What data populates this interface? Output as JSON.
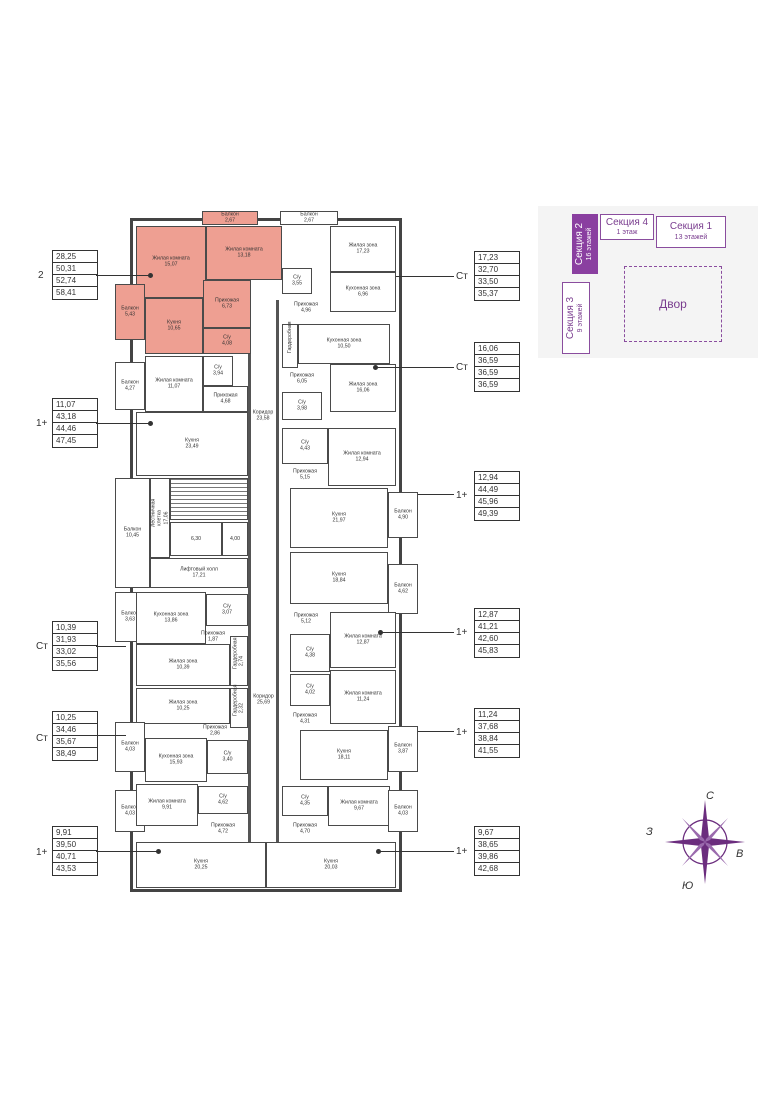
{
  "rooms_left": [
    {
      "name": "Балкон",
      "area": "2,67"
    },
    {
      "name": "Жилая комната",
      "area": "15,07"
    },
    {
      "name": "Жилая комната",
      "area": "13,18"
    },
    {
      "name": "Балкон",
      "area": "5,43"
    },
    {
      "name": "Кухня",
      "area": "10,65"
    },
    {
      "name": "Прихожая",
      "area": "6,73"
    },
    {
      "name": "С/у",
      "area": "4,08"
    },
    {
      "name": "Балкон",
      "area": "4,27"
    },
    {
      "name": "Жилая комната",
      "area": "11,07"
    },
    {
      "name": "С/у",
      "area": "3,94"
    },
    {
      "name": "Прихожая",
      "area": "4,68"
    },
    {
      "name": "Коридор",
      "area": "23,58"
    },
    {
      "name": "Кухня",
      "area": "23,49"
    },
    {
      "name": "Лестничная клетка",
      "area": "17,06"
    },
    {
      "name": "Балкон",
      "area": "10,45"
    },
    {
      "name": "Лифтовый холл",
      "area": "17,21"
    },
    {
      "name": "Балкон",
      "area": "3,63"
    },
    {
      "name": "Кухонная зона",
      "area": "13,86"
    },
    {
      "name": "С/у",
      "area": "3,07"
    },
    {
      "name": "Прихожая",
      "area": "1,87"
    },
    {
      "name": "Гардеробная",
      "area": "2,74"
    },
    {
      "name": "Жилая зона",
      "area": "10,39"
    },
    {
      "name": "Коридор",
      "area": "25,69"
    },
    {
      "name": "Жилая зона",
      "area": "10,25"
    },
    {
      "name": "Гардеробная",
      "area": "2,32"
    },
    {
      "name": "Прихожая",
      "area": "2,86"
    },
    {
      "name": "Балкон",
      "area": "4,03"
    },
    {
      "name": "Кухонная зона",
      "area": "15,93"
    },
    {
      "name": "С/у",
      "area": "3,40"
    },
    {
      "name": "Балкон",
      "area": "4,03"
    },
    {
      "name": "Жилая комната",
      "area": "9,91"
    },
    {
      "name": "С/у",
      "area": "4,62"
    },
    {
      "name": "Прихожая",
      "area": "4,72"
    },
    {
      "name": "Кухня",
      "area": "20,25"
    }
  ],
  "rooms_right": [
    {
      "name": "Балкон",
      "area": "2,67"
    },
    {
      "name": "Жилая зона",
      "area": "17,23"
    },
    {
      "name": "С/у",
      "area": "3,55"
    },
    {
      "name": "Кухонная зона",
      "area": "6,96"
    },
    {
      "name": "Прихожая",
      "area": "4,96"
    },
    {
      "name": "Гардеробная",
      "area": ""
    },
    {
      "name": "Кухонная зона",
      "area": "10,50"
    },
    {
      "name": "Прихожая",
      "area": "6,05"
    },
    {
      "name": "Жилая зона",
      "area": "16,06"
    },
    {
      "name": "С/у",
      "area": "3,98"
    },
    {
      "name": "С/у",
      "area": "4,43"
    },
    {
      "name": "Жилая комната",
      "area": "12,94"
    },
    {
      "name": "Прихожая",
      "area": "5,15"
    },
    {
      "name": "Кухня",
      "area": "21,97"
    },
    {
      "name": "Балкон",
      "area": "4,90"
    },
    {
      "name": "Кухня",
      "area": "18,84"
    },
    {
      "name": "Балкон",
      "area": "4,62"
    },
    {
      "name": "Прихожая",
      "area": "5,12"
    },
    {
      "name": "Жилая комната",
      "area": "12,87"
    },
    {
      "name": "С/у",
      "area": "4,38"
    },
    {
      "name": "С/у",
      "area": "4,02"
    },
    {
      "name": "Жилая комната",
      "area": "11,24"
    },
    {
      "name": "Прихожая",
      "area": "4,31"
    },
    {
      "name": "Кухня",
      "area": "18,11"
    },
    {
      "name": "Балкон",
      "area": "3,87"
    },
    {
      "name": "С/у",
      "area": "4,35"
    },
    {
      "name": "Жилая комната",
      "area": "9,67"
    },
    {
      "name": "Балкон",
      "area": "4,03"
    },
    {
      "name": "Прихожая",
      "area": "4,70"
    },
    {
      "name": "Кухня",
      "area": "20,03"
    }
  ],
  "elevators": [
    "6,30",
    "4,00"
  ],
  "info_left": [
    {
      "type": "2",
      "values": [
        "28,25",
        "50,31",
        "52,74",
        "58,41"
      ]
    },
    {
      "type": "1+",
      "values": [
        "11,07",
        "43,18",
        "44,46",
        "47,45"
      ]
    },
    {
      "type": "Ст",
      "values": [
        "10,39",
        "31,93",
        "33,02",
        "35,56"
      ]
    },
    {
      "type": "Ст",
      "values": [
        "10,25",
        "34,46",
        "35,67",
        "38,49"
      ]
    },
    {
      "type": "1+",
      "values": [
        "9,91",
        "39,50",
        "40,71",
        "43,53"
      ]
    }
  ],
  "info_right": [
    {
      "type": "Ст",
      "values": [
        "17,23",
        "32,70",
        "33,50",
        "35,37"
      ]
    },
    {
      "type": "Ст",
      "values": [
        "16,06",
        "36,59",
        "36,59",
        "36,59"
      ]
    },
    {
      "type": "1+",
      "values": [
        "12,94",
        "44,49",
        "45,96",
        "49,39"
      ]
    },
    {
      "type": "1+",
      "values": [
        "12,87",
        "41,21",
        "42,60",
        "45,83"
      ]
    },
    {
      "type": "1+",
      "values": [
        "11,24",
        "37,68",
        "38,84",
        "41,55"
      ]
    },
    {
      "type": "1+",
      "values": [
        "9,67",
        "38,65",
        "39,86",
        "42,68"
      ]
    }
  ],
  "key_plan": {
    "section2": {
      "name": "Секция 2",
      "floors": "16 этажей"
    },
    "section4": {
      "name": "Секция 4",
      "floors": "1 этаж"
    },
    "section1": {
      "name": "Секция 1",
      "floors": "13 этажей"
    },
    "section3": {
      "name": "Секция 3",
      "floors": "9 этажей"
    },
    "yard": "Двор",
    "accent": "#8a3fa0"
  },
  "compass": {
    "n": "С",
    "w": "З",
    "e": "В",
    "s": "Ю"
  },
  "colors": {
    "highlight": "#ee9f92",
    "wall": "#4a4a4a"
  }
}
